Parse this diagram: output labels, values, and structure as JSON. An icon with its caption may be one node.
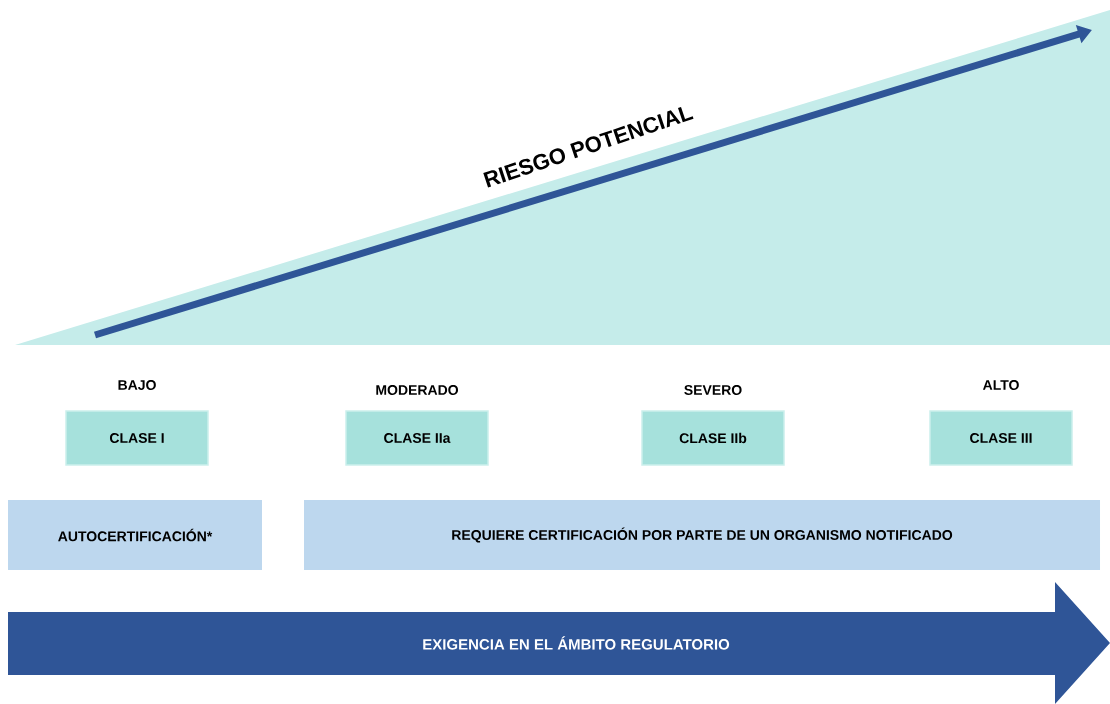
{
  "diagram": {
    "nodes": [
      {
        "text": [
          "RIESGO POTENCIAL"
        ]
      },
      {
        "text": [
          "BAJO",
          "CLASE I"
        ]
      },
      {
        "text": [
          "MODERADO",
          "CLASE IIa"
        ]
      },
      {
        "text": [
          "SEVERO",
          "CLASE IIb"
        ]
      },
      {
        "text": [
          "ALTO",
          "CLASE III"
        ]
      },
      {
        "text": [
          "AUTOCERTIFICACIÓN*"
        ]
      },
      {
        "text": [
          "REQUIERE CERTIFICACIÓN POR PARTE DE UN ORGANISMO NOTIFICADO"
        ]
      },
      {
        "text": [
          "EXIGENCIA EN EL ÁMBITO REGULATORIO"
        ]
      }
    ]
  }
}
